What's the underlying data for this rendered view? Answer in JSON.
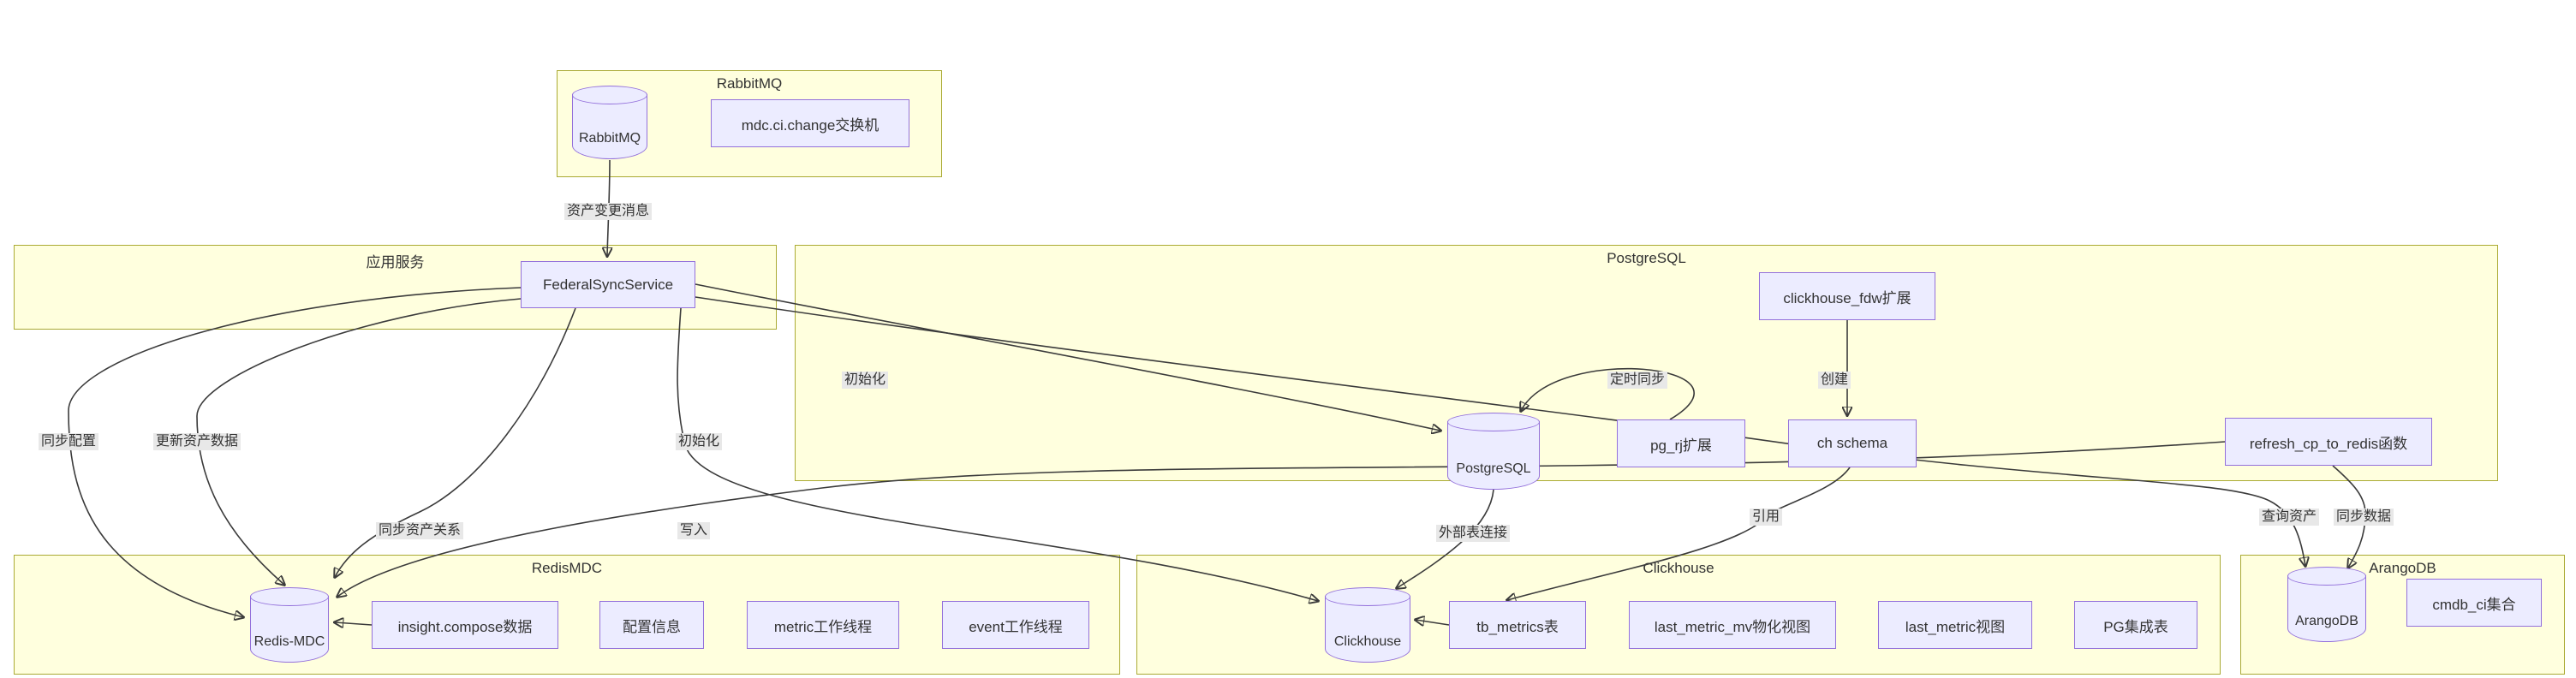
{
  "diagram": {
    "type": "flowchart",
    "colors": {
      "subgraph_fill": "#ffffde",
      "subgraph_border": "#aaaa33",
      "node_fill": "#ECECFF",
      "node_border": "#9370DB",
      "edge_stroke": "#3b3b3b",
      "edge_label_bg": "#e8e8e8"
    },
    "subgraphs": [
      {
        "id": "rabbitmq",
        "title": "RabbitMQ"
      },
      {
        "id": "app",
        "title": "应用服务"
      },
      {
        "id": "postgresql",
        "title": "PostgreSQL"
      },
      {
        "id": "redismdc",
        "title": "RedisMDC"
      },
      {
        "id": "clickhouse",
        "title": "Clickhouse"
      },
      {
        "id": "arangodb",
        "title": "ArangoDB"
      }
    ],
    "nodes": [
      {
        "id": "rabbitmq_db",
        "label": "RabbitMQ",
        "shape": "cylinder"
      },
      {
        "id": "mdc_exchange",
        "label": "mdc.ci.change交换机",
        "shape": "rect"
      },
      {
        "id": "federal_sync",
        "label": "FederalSyncService",
        "shape": "rect"
      },
      {
        "id": "clickhouse_fdw",
        "label": "clickhouse_fdw扩展",
        "shape": "rect"
      },
      {
        "id": "postgresql_db",
        "label": "PostgreSQL",
        "shape": "cylinder"
      },
      {
        "id": "pg_rj",
        "label": "pg_rj扩展",
        "shape": "rect"
      },
      {
        "id": "ch_schema",
        "label": "ch schema",
        "shape": "rect"
      },
      {
        "id": "refresh_fn",
        "label": "refresh_cp_to_redis函数",
        "shape": "rect"
      },
      {
        "id": "redis_mdc_db",
        "label": "Redis-MDC",
        "shape": "cylinder"
      },
      {
        "id": "insight_compose",
        "label": "insight.compose数据",
        "shape": "rect"
      },
      {
        "id": "config_info",
        "label": "配置信息",
        "shape": "rect"
      },
      {
        "id": "metric_worker",
        "label": "metric工作线程",
        "shape": "rect"
      },
      {
        "id": "event_worker",
        "label": "event工作线程",
        "shape": "rect"
      },
      {
        "id": "clickhouse_db",
        "label": "Clickhouse",
        "shape": "cylinder"
      },
      {
        "id": "tb_metrics",
        "label": "tb_metrics表",
        "shape": "rect"
      },
      {
        "id": "last_metric_mv",
        "label": "last_metric_mv物化视图",
        "shape": "rect"
      },
      {
        "id": "last_metric_v",
        "label": "last_metric视图",
        "shape": "rect"
      },
      {
        "id": "pg_integration",
        "label": "PG集成表",
        "shape": "rect"
      },
      {
        "id": "arangodb_db",
        "label": "ArangoDB",
        "shape": "cylinder"
      },
      {
        "id": "cmdb_ci",
        "label": "cmdb_ci集合",
        "shape": "rect"
      }
    ],
    "edges": [
      {
        "from": "rabbitmq_db",
        "to": "federal_sync",
        "label": "资产变更消息"
      },
      {
        "from": "federal_sync",
        "to": "redis_mdc_db",
        "label": "同步配置"
      },
      {
        "from": "federal_sync",
        "to": "redis_mdc_db",
        "label": "更新资产数据"
      },
      {
        "from": "federal_sync",
        "to": "redis_mdc_db",
        "label": "同步资产关系"
      },
      {
        "from": "refresh_fn",
        "to": "redis_mdc_db",
        "label": "写入"
      },
      {
        "from": "federal_sync",
        "to": "postgresql_db",
        "label": "初始化"
      },
      {
        "from": "federal_sync",
        "to": "clickhouse_db",
        "label": "初始化"
      },
      {
        "from": "pg_rj",
        "to": "postgresql_db",
        "label": "定时同步"
      },
      {
        "from": "clickhouse_fdw",
        "to": "ch_schema",
        "label": "创建"
      },
      {
        "from": "postgresql_db",
        "to": "clickhouse_db",
        "label": "外部表连接"
      },
      {
        "from": "ch_schema",
        "to": "tb_metrics",
        "label": "引用"
      },
      {
        "from": "tb_metrics",
        "to": "clickhouse_db",
        "label": ""
      },
      {
        "from": "insight_compose",
        "to": "redis_mdc_db",
        "label": ""
      },
      {
        "from": "federal_sync",
        "to": "arangodb_db",
        "label": "查询资产"
      },
      {
        "from": "refresh_fn",
        "to": "arangodb_db",
        "label": "同步数据"
      }
    ]
  }
}
